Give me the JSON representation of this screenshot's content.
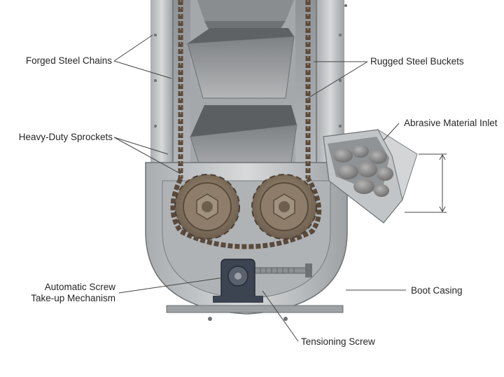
{
  "labels": {
    "forged_steel_chains": "Forged Steel Chains",
    "rugged_steel_buckets": "Rugged Steel Buckets",
    "heavy_duty_sprockets": "Heavy-Duty Sprockets",
    "abrasive_material_inlet": "Abrasive Material Inlet",
    "take_up_line1": "Automatic Screw",
    "take_up_line2": "Take-up Mechanism",
    "boot_casing": "Boot Casing",
    "tensioning_screw": "Tensioning Screw"
  },
  "colors": {
    "steel_light": "#c9cbcc",
    "steel_mid": "#9ea2a4",
    "steel_dark": "#6e7275",
    "chain": "#5a4a3c",
    "sprocket": "#8a7a68",
    "ore": "#8d8d8d",
    "bearing": "#3b4450",
    "leader_line": "#444444"
  },
  "icons": [
    "chain-icon",
    "sprocket-icon",
    "bucket-icon",
    "bearing-block-icon"
  ]
}
